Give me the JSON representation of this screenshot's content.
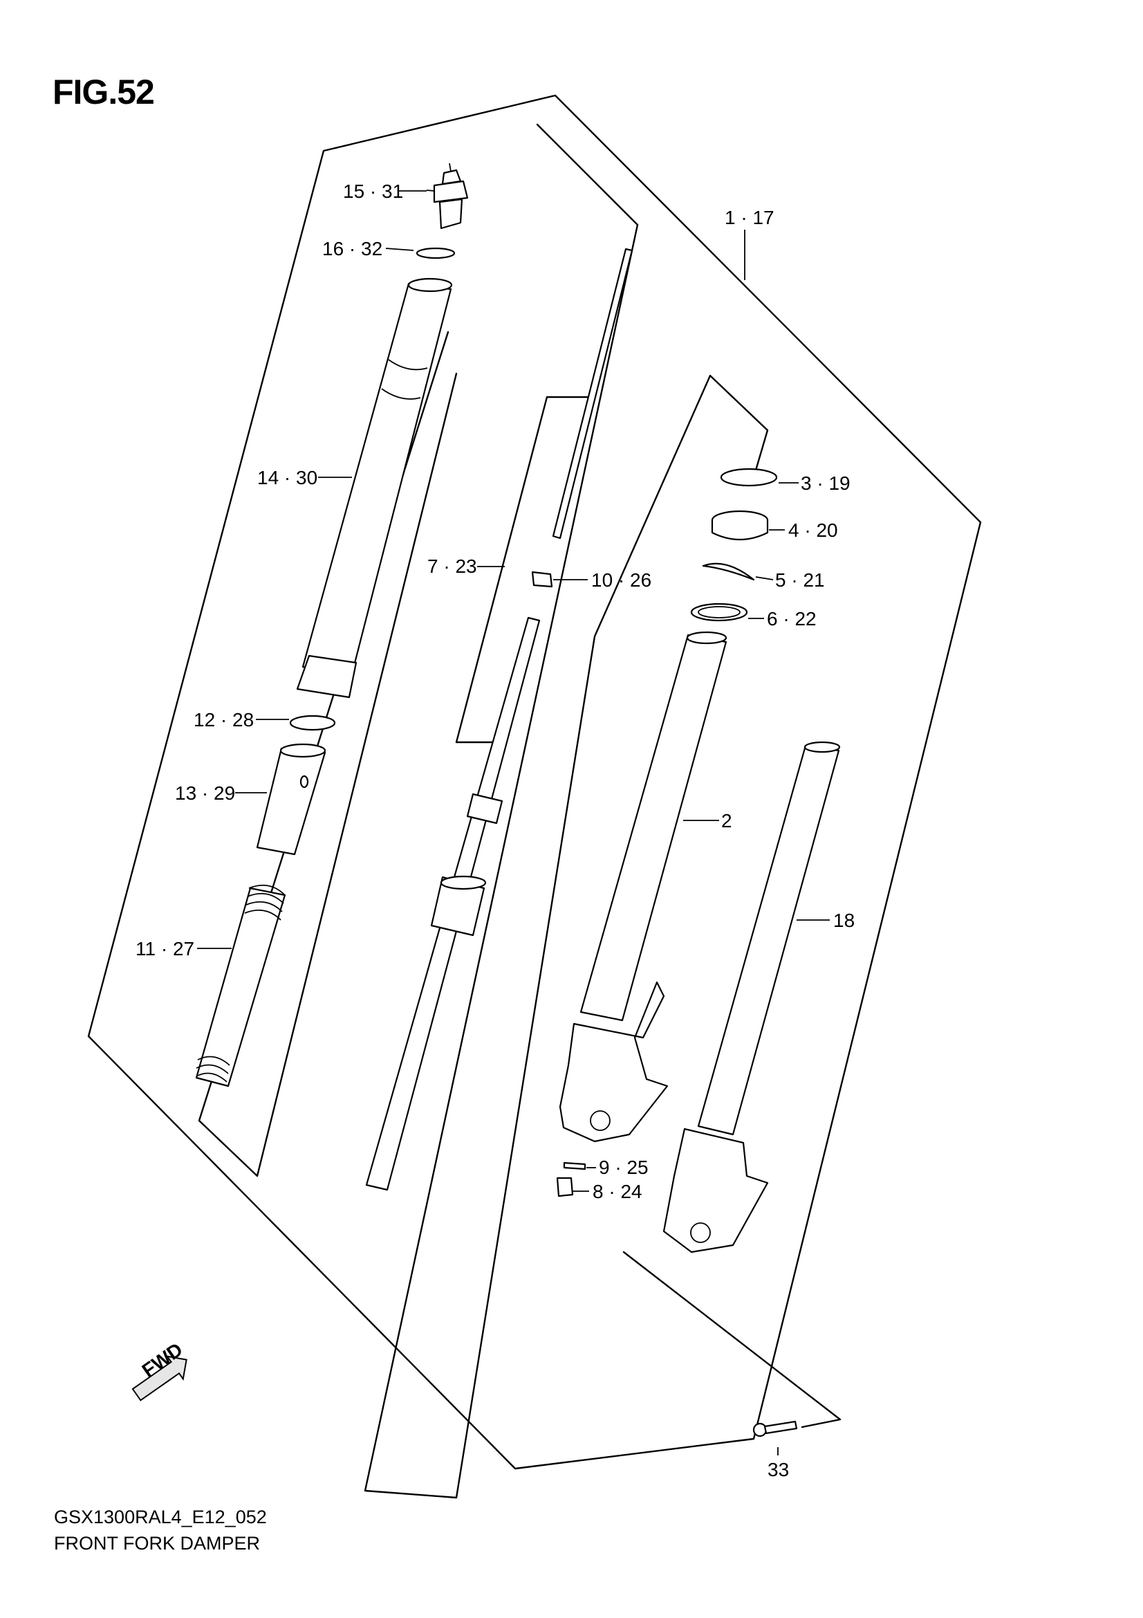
{
  "figure": {
    "title": "FIG.52",
    "model_code": "GSX1300RAL4_E12_052",
    "name": "FRONT FORK DAMPER"
  },
  "direction_marker": {
    "label": "FWD",
    "icon": "fwd-arrow-icon"
  },
  "callouts": [
    {
      "id": "c-1-17",
      "text": "1 · 17"
    },
    {
      "id": "c-2",
      "text": "2"
    },
    {
      "id": "c-3-19",
      "text": "3 · 19"
    },
    {
      "id": "c-4-20",
      "text": "4 · 20"
    },
    {
      "id": "c-5-21",
      "text": "5 · 21"
    },
    {
      "id": "c-6-22",
      "text": "6 · 22"
    },
    {
      "id": "c-7-23",
      "text": "7 · 23"
    },
    {
      "id": "c-8-24",
      "text": "8 · 24"
    },
    {
      "id": "c-9-25",
      "text": "9 · 25"
    },
    {
      "id": "c-10-26",
      "text": "10 · 26"
    },
    {
      "id": "c-11-27",
      "text": "11 · 27"
    },
    {
      "id": "c-12-28",
      "text": "12 · 28"
    },
    {
      "id": "c-13-29",
      "text": "13 · 29"
    },
    {
      "id": "c-14-30",
      "text": "14 · 30"
    },
    {
      "id": "c-15-31",
      "text": "15 · 31"
    },
    {
      "id": "c-16-32",
      "text": "16 · 32"
    },
    {
      "id": "c-18",
      "text": "18"
    },
    {
      "id": "c-33",
      "text": "33"
    }
  ]
}
